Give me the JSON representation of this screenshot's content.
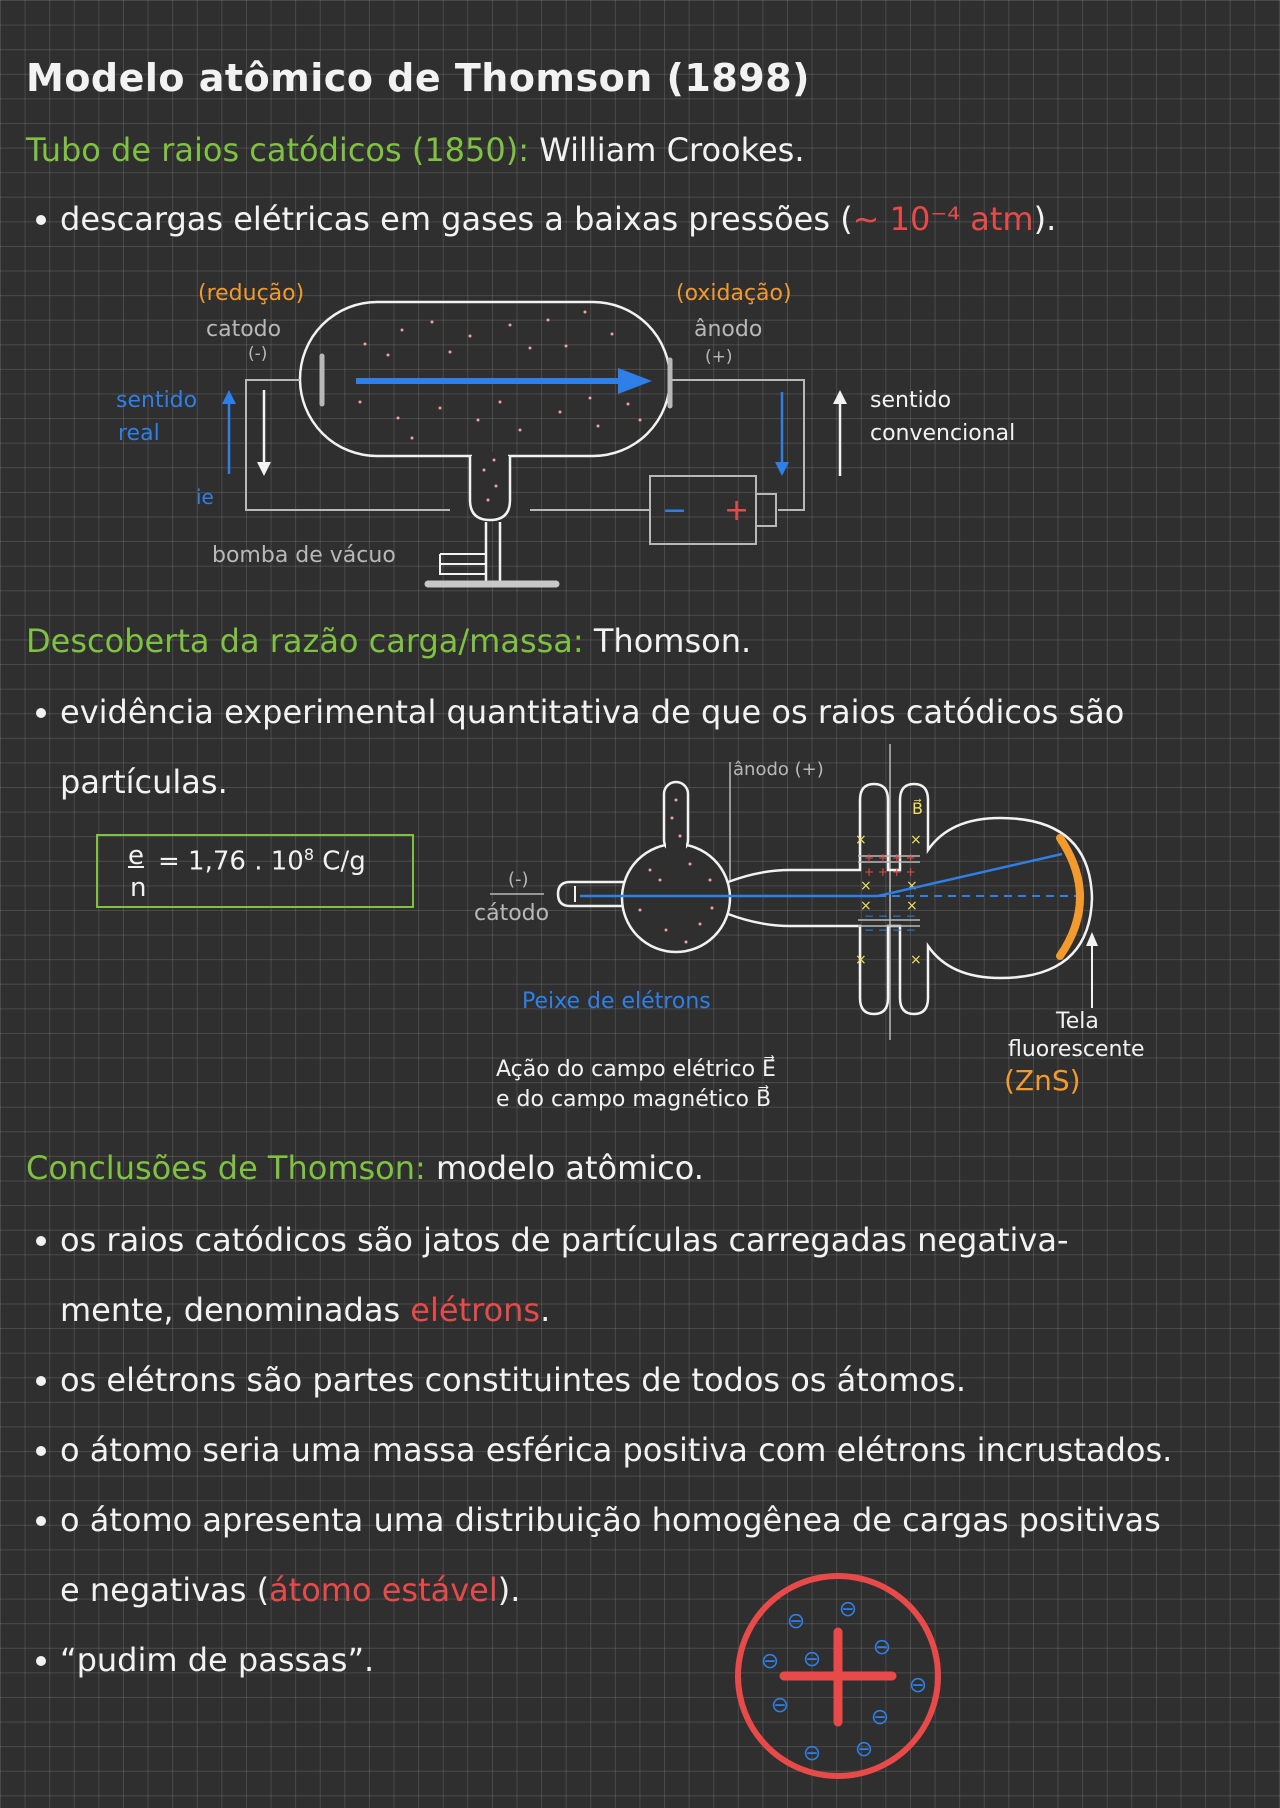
{
  "title": "Modelo atômico de Thomson (1898)",
  "section1": {
    "heading": "Tubo de raios catódicos (1850)",
    "heading_sep": ":",
    "author": "William Crookes.",
    "bullet1_pre": "descargas elétricas em gases a baixas pressões (",
    "bullet1_value": "~ 10⁻⁴ atm",
    "bullet1_post": ")."
  },
  "diagram1": {
    "reducao": "(redução)",
    "catodo": "catodo",
    "catodo_sign": "(-)",
    "oxidacao": "(oxidação)",
    "anodo": "ânodo",
    "anodo_sign": "(+)",
    "sentido_real": [
      "sentido",
      "real"
    ],
    "ie": "ie",
    "sentido_convencional": [
      "sentido",
      "convencional"
    ],
    "bomba": "bomba de vácuo",
    "battery_minus": "−",
    "battery_plus": "+"
  },
  "section2": {
    "heading": "Descoberta da razão carga/massa",
    "heading_sep": ":",
    "author": "Thomson.",
    "bullet1_line1": "evidência experimental quantitativa de que os raios catódicos são",
    "bullet1_line2": "partículas.",
    "formula_num": "e",
    "formula_den": "n",
    "formula_value": "= 1,76 . 10",
    "formula_exp": "8",
    "formula_unit": "C/g"
  },
  "diagram2": {
    "anodo": "ânodo (+)",
    "catodo_sign": "(-)",
    "catodo": "cátodo",
    "feixe": "Peixe de elétrons",
    "acao_line1": "Ação do campo elétrico E⃗",
    "acao_line2": "e do campo magnético B⃗",
    "b_label": "B⃗",
    "tela_line1": "Tela",
    "tela_line2": "fluorescente",
    "zns": "(ZnS)"
  },
  "section3": {
    "heading": "Conclusões de Thomson",
    "heading_sep": ":",
    "subject": "modelo atômico.",
    "b1_line1": "os raios catódicos são jatos de partículas carregadas negativa-",
    "b1_line2_pre": "mente, denominadas ",
    "b1_line2_red": "elétrons",
    "b1_line2_post": ".",
    "b2": "os elétrons são partes constituintes de todos os átomos.",
    "b3": "o átomo seria uma massa esférica positiva com elétrons incrustados.",
    "b4_line1": "o átomo apresenta uma distribuição homogênea de cargas positivas",
    "b4_line2_pre": "e negativas (",
    "b4_line2_red": "átomo estável",
    "b4_line2_post": ").",
    "b5": "“pudim de passas”."
  },
  "atom": {
    "electron_symbol": "⊖"
  },
  "colors": {
    "heading_green": "#7fc241",
    "red": "#e84a4a",
    "orange": "#f29a2e",
    "blue": "#2f7fe8",
    "white": "#f2f2f2",
    "gray": "#b8b8b8",
    "background": "#2f2f2f"
  }
}
